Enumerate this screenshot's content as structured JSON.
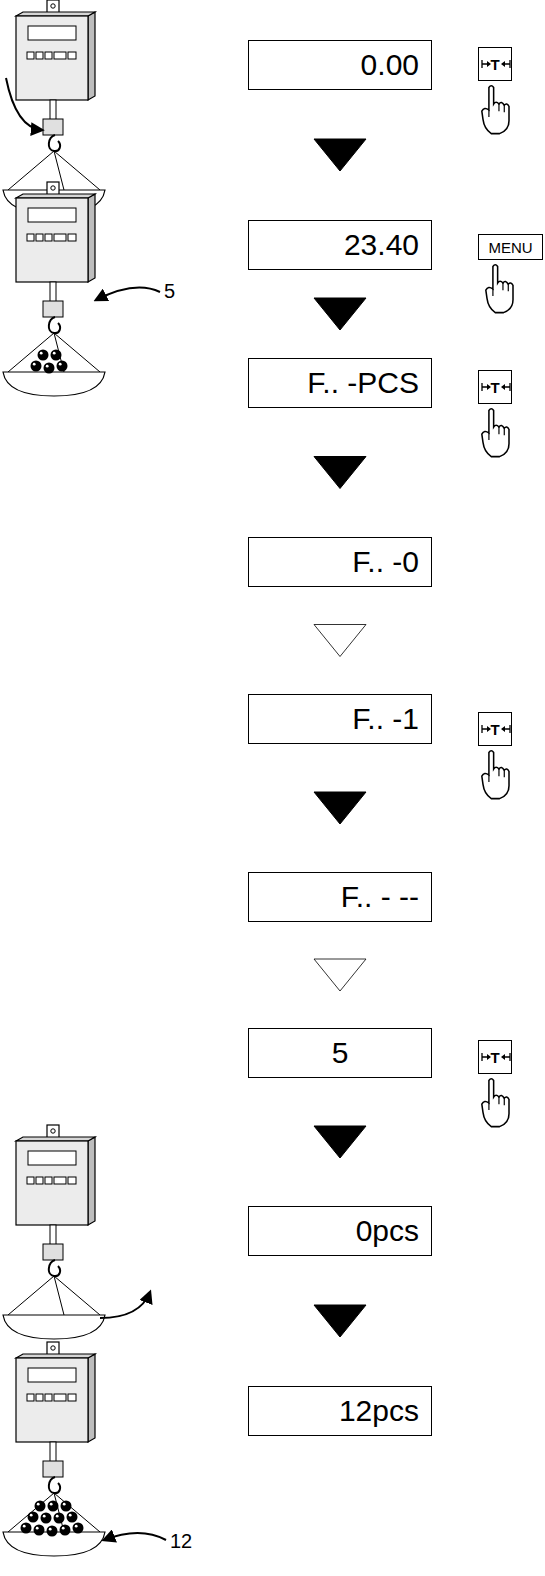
{
  "diagram": {
    "nodes": [
      {
        "text": [
          "0.00"
        ]
      },
      {
        "text": [
          "T"
        ]
      },
      {
        "text": [
          "23.40"
        ]
      },
      {
        "text": [
          "MENU"
        ]
      },
      {
        "text": [
          "F.. -PCS"
        ]
      },
      {
        "text": [
          "T"
        ]
      },
      {
        "text": [
          "F.. -0"
        ]
      },
      {
        "text": [
          "F.. -1"
        ]
      },
      {
        "text": [
          "T"
        ]
      },
      {
        "text": [
          "F.. - --"
        ]
      },
      {
        "text": [
          "5"
        ]
      },
      {
        "text": [
          "T"
        ]
      },
      {
        "text": [
          "0pcs"
        ]
      },
      {
        "text": [
          "12pcs"
        ]
      }
    ],
    "edges": [
      {
        "from": 0,
        "to": 2,
        "arrow": "to"
      },
      {
        "from": 2,
        "to": 4,
        "arrow": "to"
      },
      {
        "from": 4,
        "to": 6,
        "arrow": "to"
      },
      {
        "from": 6,
        "to": 7,
        "arrow": "to"
      },
      {
        "from": 7,
        "to": 9,
        "arrow": "to"
      },
      {
        "from": 9,
        "to": 10,
        "arrow": "to"
      },
      {
        "from": 10,
        "to": 12,
        "arrow": "to"
      },
      {
        "from": 12,
        "to": 13,
        "arrow": "to"
      }
    ],
    "labels": [
      "5",
      "12"
    ]
  }
}
